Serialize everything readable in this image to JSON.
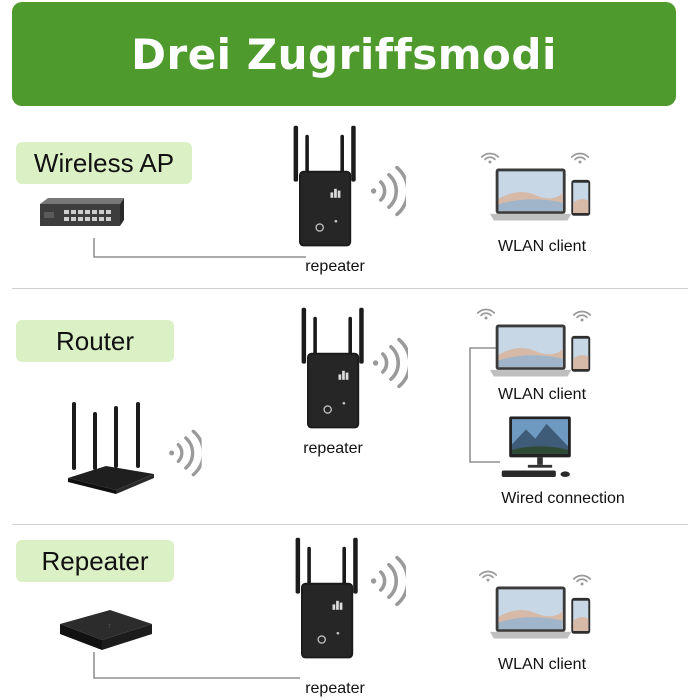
{
  "title": "Drei Zugriffsmodi",
  "sections": [
    {
      "mode": "Wireless AP",
      "source_icon": "ethernet-switch-icon",
      "repeater_label": "repeater",
      "clients": [
        {
          "label": "WLAN client",
          "icon": "laptop-phone-icon"
        }
      ]
    },
    {
      "mode": "Router",
      "source_icon": "wifi-router-icon",
      "repeater_label": "repeater",
      "clients": [
        {
          "label": "WLAN client",
          "icon": "laptop-phone-icon"
        },
        {
          "label": "Wired connection",
          "icon": "desktop-computer-icon"
        }
      ]
    },
    {
      "mode": "Repeater",
      "source_icon": "set-top-box-icon",
      "repeater_label": "repeater",
      "clients": [
        {
          "label": "WLAN client",
          "icon": "laptop-phone-icon"
        }
      ]
    }
  ],
  "colors": {
    "header_bg": "#4e9a2c",
    "tag_bg": "#dcf0c6",
    "device": "#1b1b1b"
  }
}
